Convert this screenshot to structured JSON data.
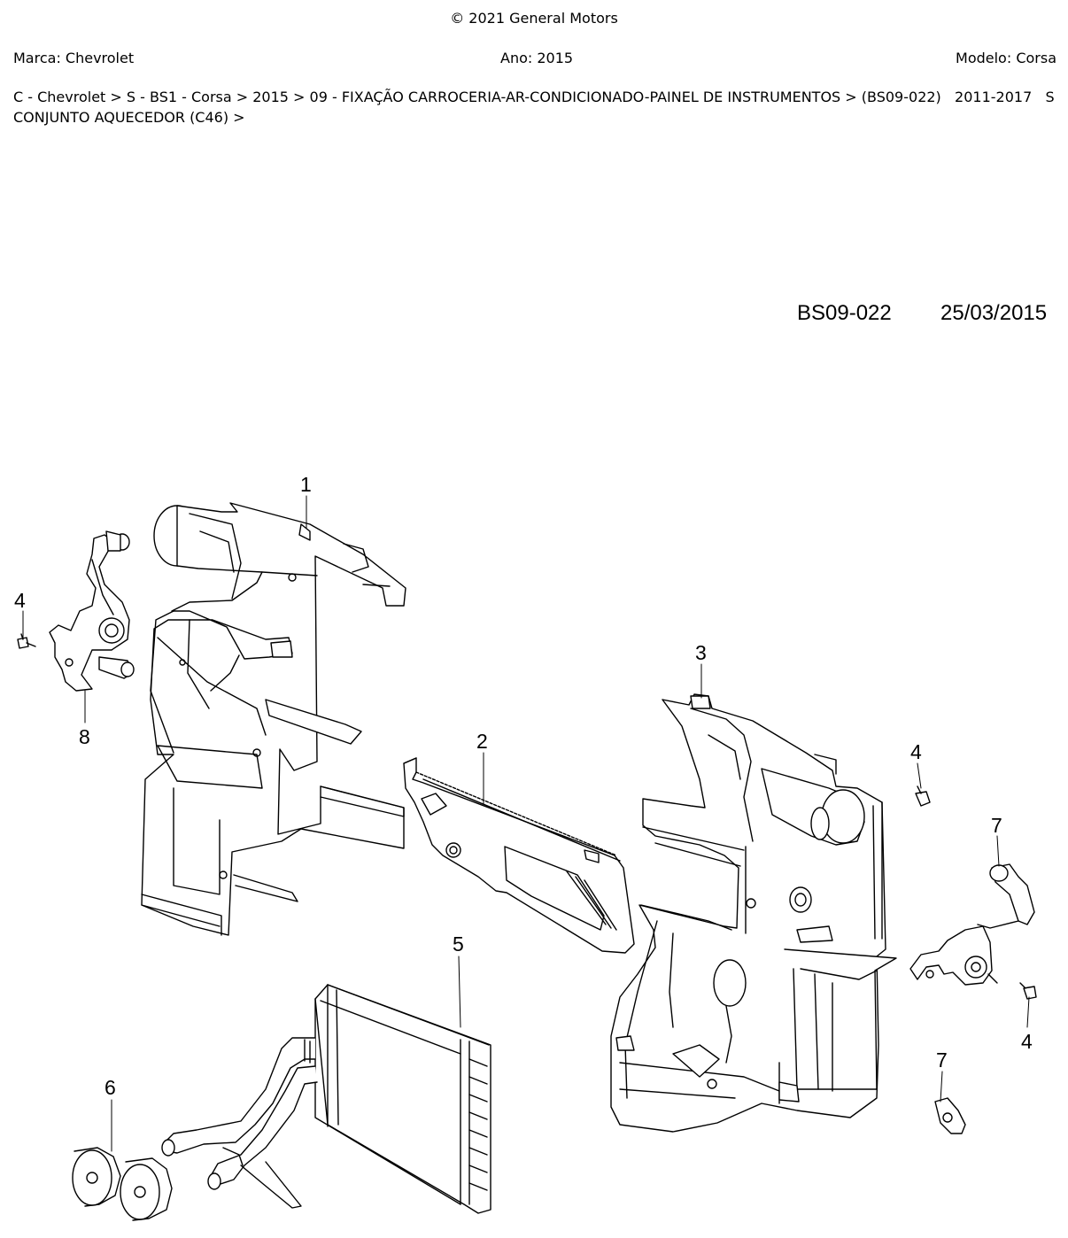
{
  "header": {
    "copyright": "© 2021 General Motors",
    "brand": "Marca: Chevrolet",
    "year": "Ano: 2015",
    "model": "Modelo: Corsa"
  },
  "breadcrumb": {
    "line1": "C - Chevrolet > S - BS1 - Corsa > 2015 > 09 - FIXAÇÃO CARROCERIA-AR-CONDICIONADO-PAINEL DE INSTRUMENTOS > (BS09-022)   2011-2017   S",
    "line2": "CONJUNTO AQUECEDOR (C46) >"
  },
  "diagram": {
    "code": "BS09-022",
    "date": "25/03/2015",
    "callouts": {
      "c1": "1",
      "c2": "2",
      "c3": "3",
      "c4a": "4",
      "c4b": "4",
      "c4c": "4",
      "c5": "5",
      "c6": "6",
      "c7a": "7",
      "c7b": "7",
      "c8": "8"
    }
  }
}
